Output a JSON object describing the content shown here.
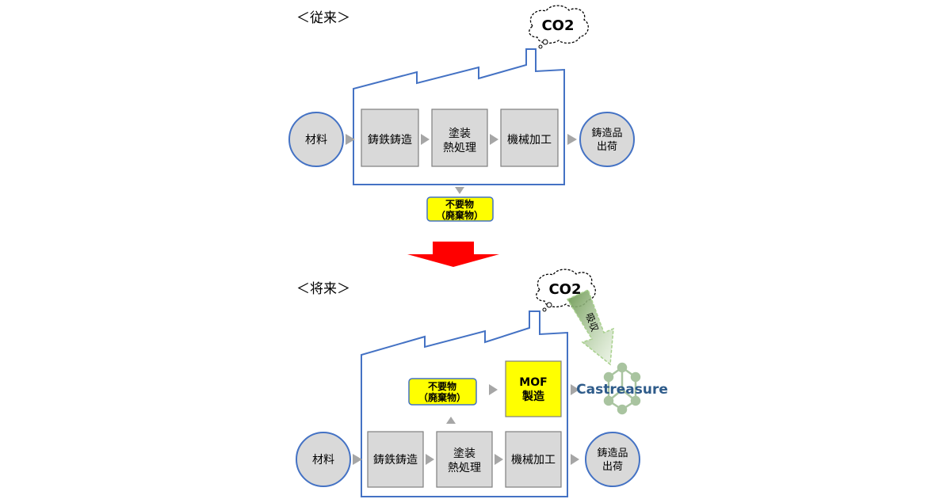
{
  "past": {
    "heading": "＜従来＞",
    "co2": "CO2",
    "input": "材料",
    "steps": [
      "鋳鉄鋳造",
      [
        "塗装",
        "熱処理"
      ],
      "機械加工"
    ],
    "output": [
      "鋳造品",
      "出荷"
    ],
    "waste": [
      "不要物",
      "（廃棄物）"
    ]
  },
  "future": {
    "heading": "＜将来＞",
    "co2": "CO2",
    "absorb": "吸収",
    "input": "材料",
    "steps": [
      "鋳鉄鋳造",
      [
        "塗装",
        "熱処理"
      ],
      "機械加工"
    ],
    "output": [
      "鋳造品",
      "出荷"
    ],
    "waste": [
      "不要物",
      "（廃棄物）"
    ],
    "mof": [
      "MOF",
      "製造"
    ],
    "brand": "Castreasure"
  },
  "colors": {
    "factory_outline": "#4472c4",
    "box_fill": "#d9d9d9",
    "box_stroke": "#7f7f7f",
    "circle_fill": "#d9d9d9",
    "circle_stroke": "#4472c4",
    "arrow_gray": "#a6a6a6",
    "waste_fill": "#ffff00",
    "waste_stroke": "#4472c4",
    "big_arrow": "#ff0000",
    "absorb_arrow": "#a9d18e",
    "brand_text": "#2e5b8a",
    "network": "#a9c4a0"
  }
}
